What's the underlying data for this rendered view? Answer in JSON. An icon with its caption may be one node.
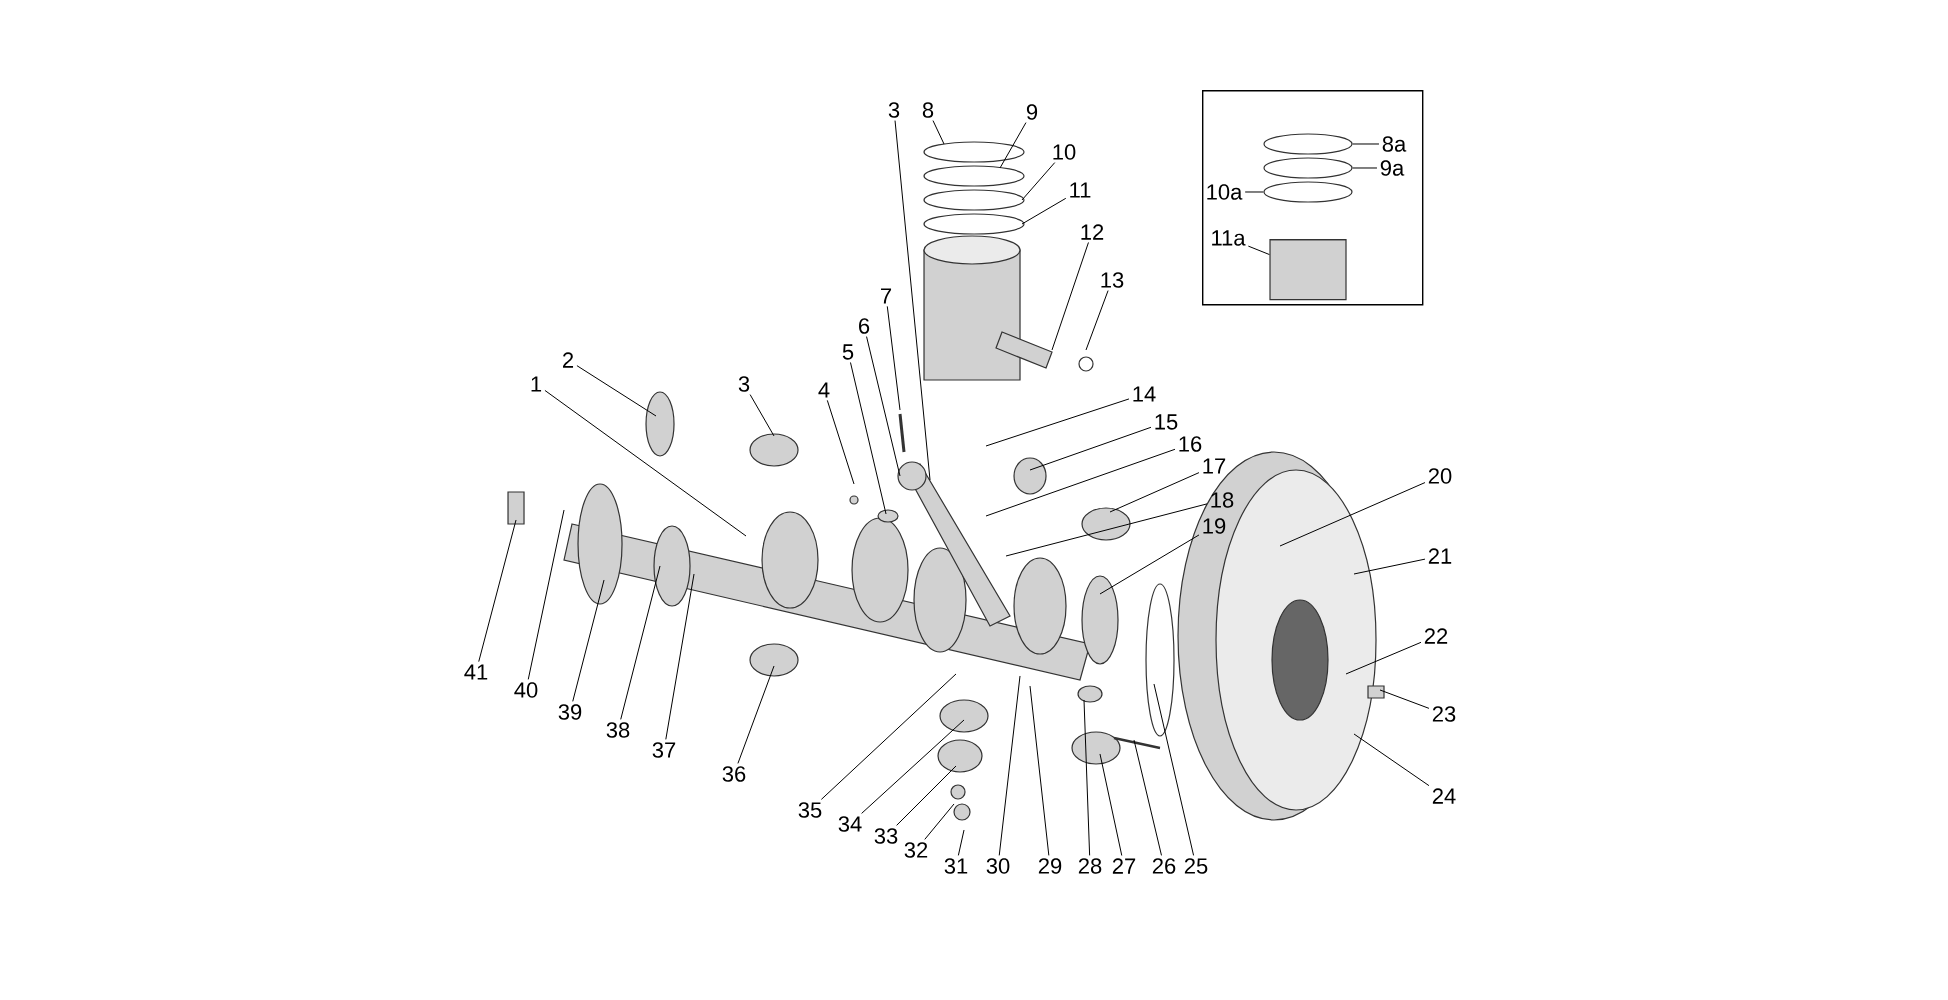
{
  "diagram": {
    "nodes": [
      {
        "text": [
          "1"
        ]
      },
      {
        "text": [
          "2"
        ]
      },
      {
        "text": [
          "3"
        ]
      },
      {
        "text": [
          "3"
        ]
      },
      {
        "text": [
          "4"
        ]
      },
      {
        "text": [
          "5"
        ]
      },
      {
        "text": [
          "6"
        ]
      },
      {
        "text": [
          "7"
        ]
      },
      {
        "text": [
          "8"
        ]
      },
      {
        "text": [
          "9"
        ]
      },
      {
        "text": [
          "10"
        ]
      },
      {
        "text": [
          "11"
        ]
      },
      {
        "text": [
          "12"
        ]
      },
      {
        "text": [
          "13"
        ]
      },
      {
        "text": [
          "14"
        ]
      },
      {
        "text": [
          "15"
        ]
      },
      {
        "text": [
          "16"
        ]
      },
      {
        "text": [
          "17"
        ]
      },
      {
        "text": [
          "18"
        ]
      },
      {
        "text": [
          "19"
        ]
      },
      {
        "text": [
          "20"
        ]
      },
      {
        "text": [
          "21"
        ]
      },
      {
        "text": [
          "22"
        ]
      },
      {
        "text": [
          "23"
        ]
      },
      {
        "text": [
          "24"
        ]
      },
      {
        "text": [
          "25"
        ]
      },
      {
        "text": [
          "26"
        ]
      },
      {
        "text": [
          "27"
        ]
      },
      {
        "text": [
          "28"
        ]
      },
      {
        "text": [
          "29"
        ]
      },
      {
        "text": [
          "30"
        ]
      },
      {
        "text": [
          "31"
        ]
      },
      {
        "text": [
          "32"
        ]
      },
      {
        "text": [
          "33"
        ]
      },
      {
        "text": [
          "34"
        ]
      },
      {
        "text": [
          "35"
        ]
      },
      {
        "text": [
          "36"
        ]
      },
      {
        "text": [
          "37"
        ]
      },
      {
        "text": [
          "38"
        ]
      },
      {
        "text": [
          "39"
        ]
      },
      {
        "text": [
          "40"
        ]
      },
      {
        "text": [
          "41"
        ]
      },
      {
        "text": [],
        "shape": "box"
      },
      {
        "text": [
          "8a"
        ],
        "in": 42
      },
      {
        "text": [
          "9a"
        ],
        "in": 42
      },
      {
        "text": [
          "10a"
        ],
        "in": 42
      },
      {
        "text": [
          "11a"
        ],
        "in": 42
      },
      {
        "text": [],
        "shape": "ring",
        "in": 42
      },
      {
        "text": [],
        "shape": "ring",
        "in": 42
      },
      {
        "text": [],
        "shape": "ring",
        "in": 42
      },
      {
        "text": [],
        "shape": "cylinder",
        "in": 42
      }
    ],
    "edges": [
      {
        "from": 0,
        "to": null,
        "arrow": "none"
      },
      {
        "from": 1,
        "to": null,
        "arrow": "none"
      },
      {
        "from": 2,
        "to": null,
        "arrow": "none"
      },
      {
        "from": 3,
        "to": null,
        "arrow": "none"
      },
      {
        "from": 4,
        "to": null,
        "arrow": "none"
      },
      {
        "from": 5,
        "to": null,
        "arrow": "none"
      },
      {
        "from": 6,
        "to": null,
        "arrow": "none"
      },
      {
        "from": 7,
        "to": null,
        "arrow": "none"
      },
      {
        "from": 8,
        "to": null,
        "arrow": "none"
      },
      {
        "from": 9,
        "to": null,
        "arrow": "none"
      },
      {
        "from": 10,
        "to": null,
        "arrow": "none"
      },
      {
        "from": 11,
        "to": null,
        "arrow": "none"
      },
      {
        "from": 12,
        "to": null,
        "arrow": "none"
      },
      {
        "from": 13,
        "to": null,
        "arrow": "none"
      },
      {
        "from": 14,
        "to": null,
        "arrow": "none"
      },
      {
        "from": 15,
        "to": null,
        "arrow": "none"
      },
      {
        "from": 16,
        "to": null,
        "arrow": "none"
      },
      {
        "from": 17,
        "to": null,
        "arrow": "none"
      },
      {
        "from": 18,
        "to": null,
        "arrow": "none"
      },
      {
        "from": 19,
        "to": null,
        "arrow": "none"
      },
      {
        "from": 20,
        "to": null,
        "arrow": "none"
      },
      {
        "from": 21,
        "to": null,
        "arrow": "none"
      },
      {
        "from": 22,
        "to": null,
        "arrow": "none"
      },
      {
        "from": 23,
        "to": null,
        "arrow": "none"
      },
      {
        "from": 24,
        "to": null,
        "arrow": "none"
      },
      {
        "from": 25,
        "to": null,
        "arrow": "none"
      },
      {
        "from": 26,
        "to": null,
        "arrow": "none"
      },
      {
        "from": 27,
        "to": null,
        "arrow": "none"
      },
      {
        "from": 28,
        "to": null,
        "arrow": "none"
      },
      {
        "from": 29,
        "to": null,
        "arrow": "none"
      },
      {
        "from": 30,
        "to": null,
        "arrow": "none"
      },
      {
        "from": 31,
        "to": null,
        "arrow": "none"
      },
      {
        "from": 32,
        "to": null,
        "arrow": "none"
      },
      {
        "from": 33,
        "to": null,
        "arrow": "none"
      },
      {
        "from": 34,
        "to": null,
        "arrow": "none"
      },
      {
        "from": 35,
        "to": null,
        "arrow": "none"
      },
      {
        "from": 36,
        "to": null,
        "arrow": "none"
      },
      {
        "from": 37,
        "to": null,
        "arrow": "none"
      },
      {
        "from": 38,
        "to": null,
        "arrow": "none"
      },
      {
        "from": 39,
        "to": null,
        "arrow": "none"
      },
      {
        "from": 40,
        "to": null,
        "arrow": "none"
      },
      {
        "from": 41,
        "to": null,
        "arrow": "none"
      },
      {
        "from": 43,
        "to": 47,
        "arrow": "none"
      },
      {
        "from": 44,
        "to": 48,
        "arrow": "none"
      },
      {
        "from": 45,
        "to": 49,
        "arrow": "none"
      },
      {
        "from": 46,
        "to": 50,
        "arrow": "none"
      }
    ]
  }
}
